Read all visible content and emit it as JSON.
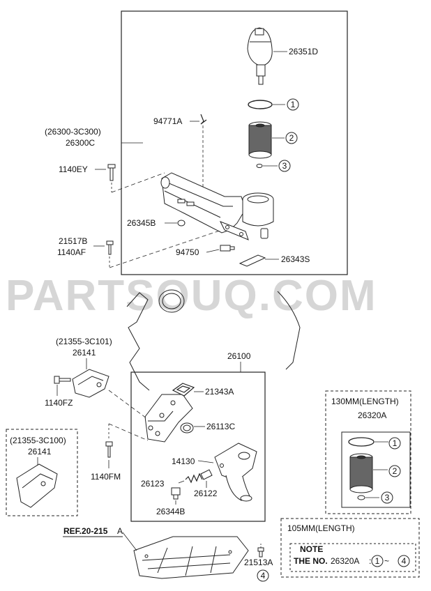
{
  "watermark": "PARTSOUQ.COM",
  "callouts": {
    "p26351D": "26351D",
    "p94771A": "94771A",
    "p26300_3C300": "(26300-3C300)",
    "p26300C": "26300C",
    "p1140EY": "1140EY",
    "p26345B": "26345B",
    "p21517B": "21517B",
    "p1140AF": "1140AF",
    "p94750": "94750",
    "p26343S": "26343S",
    "p21355_3C101": "(21355-3C101)",
    "p26141a": "26141",
    "p1140FZ": "1140FZ",
    "p26100": "26100",
    "p21343A": "21343A",
    "p26113C": "26113C",
    "p21355_3C100": "(21355-3C100)",
    "p26141b": "26141",
    "p1140FM": "1140FM",
    "p14130": "14130",
    "p26123": "26123",
    "p26122": "26122",
    "p26344B": "26344B",
    "ref": "REF.20-215",
    "refA": "A",
    "p21513A": "21513A",
    "n1": "1",
    "n2": "2",
    "n3": "3",
    "n4": "4",
    "m1": "1",
    "m2": "2",
    "m3": "3"
  },
  "kit130": {
    "length": "130MM(LENGTH)",
    "part": "26320A"
  },
  "kit105": {
    "length": "105MM(LENGTH)",
    "note": "NOTE",
    "the_no": "THE NO.",
    "part": "26320A",
    "colon": ":",
    "from": "1",
    "tilde": "~",
    "to": "4"
  }
}
